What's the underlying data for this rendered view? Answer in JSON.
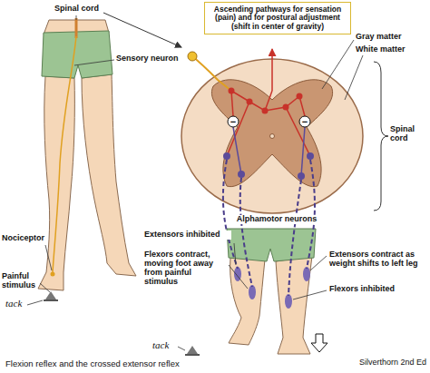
{
  "diagram": {
    "caption": "Flexion reflex and the crossed extensor reflex",
    "nodes": [
      {
        "text": [
          "Ascending pathways for sensation (pain) and for postural adjustment (shift in center of gravity)"
        ]
      }
    ],
    "labels": [
      "Spinal cord",
      "Sensory neuron",
      "Nociceptor",
      "Painful stimulus",
      "tack",
      "Gray matter",
      "White matter",
      "Spinal cord",
      "−",
      "−",
      "Alphamotor neurons",
      "Extensors inhibited",
      "Flexors contract, moving foot away from painful stimulus",
      "Extensors contract as weight shifts to left leg",
      "Flexors inhibited",
      "tack",
      "Silverthorn 2nd Ed"
    ]
  }
}
